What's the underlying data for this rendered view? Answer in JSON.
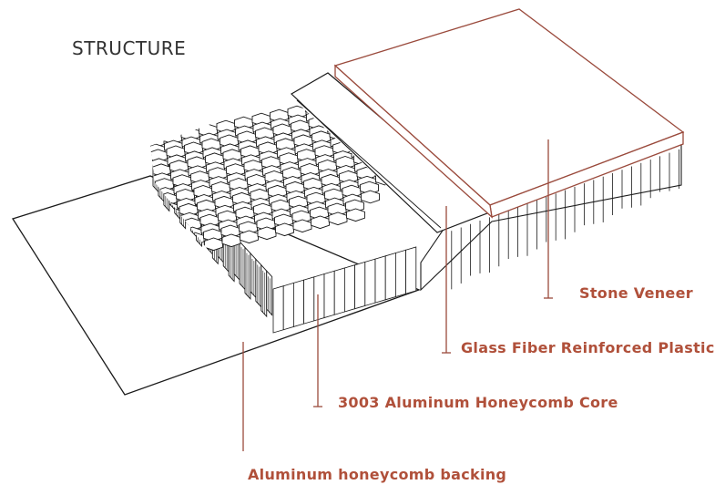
{
  "title": "STRUCTURE",
  "colors": {
    "outline": "#1a1a1a",
    "accent": "#9a4a3c",
    "label": "#b0503a",
    "hexfill": "#ffffff"
  },
  "layers": [
    {
      "id": "stone",
      "label": "Stone Veneer"
    },
    {
      "id": "glass",
      "label": "Glass Fiber Reinforced Plastic"
    },
    {
      "id": "core",
      "label": "3003 Aluminum Honeycomb Core"
    },
    {
      "id": "backing",
      "label": "Aluminum honeycomb backing"
    }
  ]
}
